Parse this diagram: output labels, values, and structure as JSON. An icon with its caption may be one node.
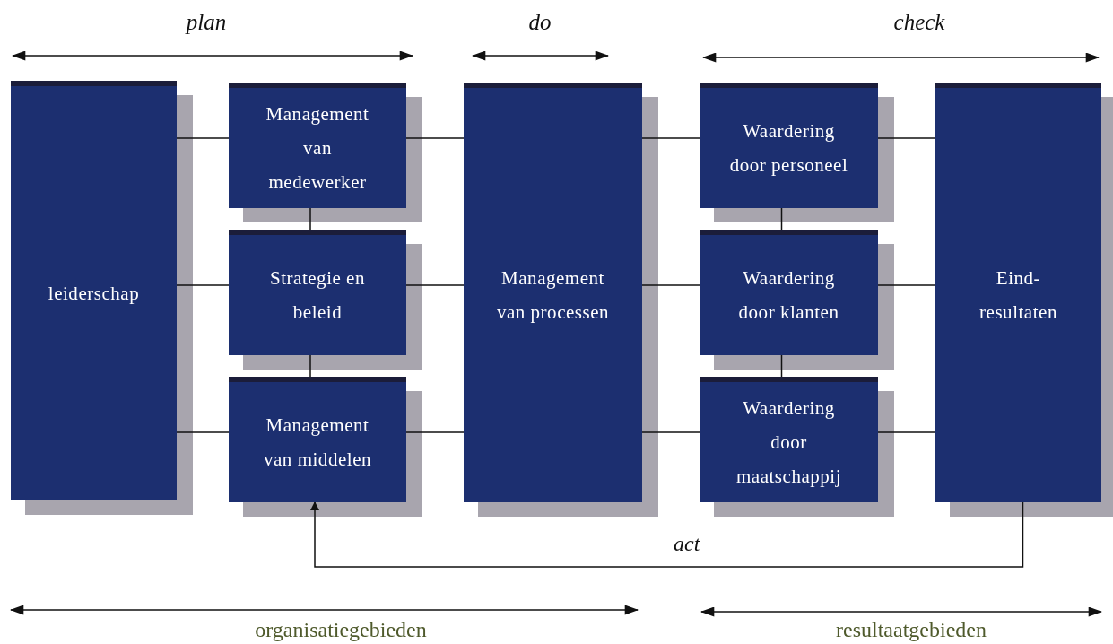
{
  "diagram": {
    "nodes": [
      {
        "text": [
          "leiderschap"
        ]
      },
      {
        "text": [
          "Management van medewerker"
        ]
      },
      {
        "text": [
          "Strategie en beleid"
        ]
      },
      {
        "text": [
          "Management van middelen"
        ]
      },
      {
        "text": [
          "Management van processen"
        ]
      },
      {
        "text": [
          "Waardering door personeel"
        ]
      },
      {
        "text": [
          "Waardering door klanten"
        ]
      },
      {
        "text": [
          "Waardering door maatschappij"
        ]
      },
      {
        "text": [
          "Eind- resultaten"
        ]
      }
    ],
    "edges": [
      {
        "from": 0,
        "to": 1,
        "arrow": "none"
      },
      {
        "from": 0,
        "to": 2,
        "arrow": "none"
      },
      {
        "from": 0,
        "to": 3,
        "arrow": "none"
      },
      {
        "from": 1,
        "to": 2,
        "arrow": "none"
      },
      {
        "from": 2,
        "to": 3,
        "arrow": "none"
      },
      {
        "from": 1,
        "to": 4,
        "arrow": "none"
      },
      {
        "from": 2,
        "to": 4,
        "arrow": "none"
      },
      {
        "from": 3,
        "to": 4,
        "arrow": "none"
      },
      {
        "from": 4,
        "to": 5,
        "arrow": "none"
      },
      {
        "from": 4,
        "to": 6,
        "arrow": "none"
      },
      {
        "from": 4,
        "to": 7,
        "arrow": "none"
      },
      {
        "from": 5,
        "to": 6,
        "arrow": "none"
      },
      {
        "from": 6,
        "to": 7,
        "arrow": "none"
      },
      {
        "from": 5,
        "to": 8,
        "arrow": "none"
      },
      {
        "from": 6,
        "to": 8,
        "arrow": "none"
      },
      {
        "from": 7,
        "to": 8,
        "arrow": "none"
      },
      {
        "from": 8,
        "to": 3,
        "arrow": "to",
        "label": "act"
      }
    ],
    "labels": [
      "plan",
      "do",
      "check",
      "organisatiegebieden",
      "resultaatgebieden"
    ]
  }
}
